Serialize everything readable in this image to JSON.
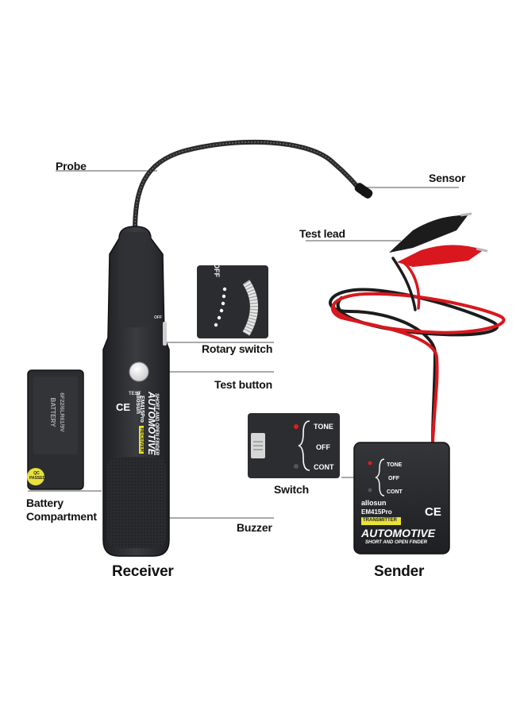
{
  "callouts": {
    "probe": "Probe",
    "sensor": "Sensor",
    "test_lead": "Test lead",
    "rotary_switch": "Rotary switch",
    "test_button": "Test button",
    "battery_compartment": "Battery\nCompartment",
    "switch": "Switch",
    "buzzer": "Buzzer"
  },
  "titles": {
    "receiver": "Receiver",
    "sender": "Sender"
  },
  "receiver_device": {
    "brand": "allosun",
    "model": "EM415Pro",
    "badge": "RECEIVER",
    "product": "AUTOMOTIVE",
    "subtitle": "SHORT AND OPEN FINDER",
    "ce_mark": "CE",
    "test_mark": "TEST",
    "off_mark": "OFF"
  },
  "battery_cover": {
    "label": "BATTERY",
    "code": "6F22/6LR61/9V",
    "qc_line1": "QC",
    "qc_line2": "PASSED"
  },
  "switch_panel": {
    "tone": "TONE",
    "off": "OFF",
    "cont": "CONT"
  },
  "rotary_closeup": {
    "off": "OFF"
  },
  "sender_device": {
    "tone": "TONE",
    "off": "OFF",
    "cont": "CONT",
    "brand": "allosun",
    "model": "EM415Pro",
    "badge": "TRANSMITTER",
    "ce_mark": "CE",
    "product": "AUTOMOTIVE",
    "subtitle": "SHORT AND OPEN FINDER"
  },
  "colors": {
    "device_body": "#2b2d30",
    "device_edge": "#1a1b1d",
    "badge_yellow": "#e8e23a",
    "led_red": "#d92020",
    "wire_red": "#d8181e",
    "wire_black": "#1c1c1c",
    "leader_line": "#555555"
  }
}
